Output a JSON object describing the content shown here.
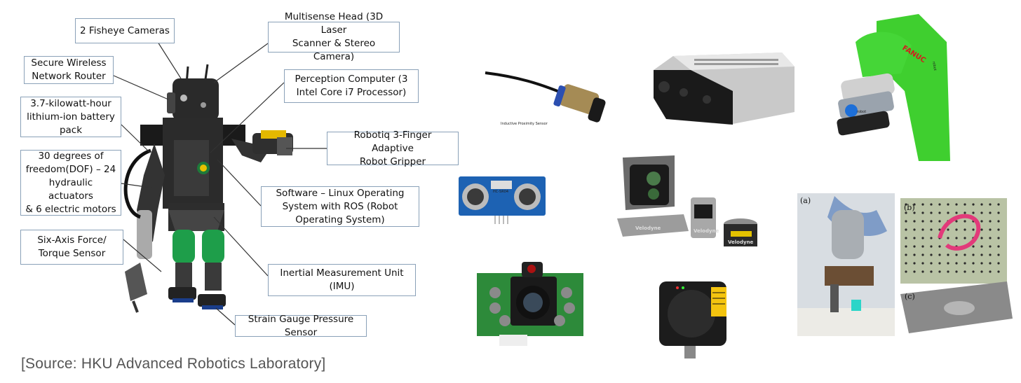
{
  "callouts": {
    "fisheye": "2 Fisheye Cameras",
    "multisense": "Multisense Head (3D Laser\nScanner & Stereo Camera)",
    "router": "Secure Wireless\nNetwork Router",
    "perception": "Perception Computer (3\nIntel Core i7 Processor)",
    "battery": "3.7-kilowatt-hour\nlithium-ion battery\npack",
    "gripper": "Robotiq 3-Finger Adaptive\nRobot Gripper",
    "dof": "30 degrees of\nfreedom(DOF) – 24\nhydraulic actuators\n& 6 electric motors",
    "software": "Software – Linux Operating\nSystem with ROS (Robot\nOperating System)",
    "force": "Six-Axis Force/\nTorque Sensor",
    "imu": "Inertial Measurement Unit\n(IMU)",
    "strain": "Strain Gauge Pressure Sensor"
  },
  "source": "[Source: HKU Advanced Robotics Laboratory]",
  "product_labels": {
    "inductive": "Inductive Proximity Sensor",
    "ultrasonic_chip": "HC-SR04",
    "velodyne_1": "Velodyne",
    "velodyne_2": "Velodyne",
    "velodyne_3": "Velodyne",
    "arm_brand": "FANUC",
    "arm_side": "robot",
    "onrobot": "robot",
    "panel_a": "(a)",
    "panel_b": "(b)",
    "panel_c": "(c)"
  },
  "colors": {
    "callout_border": "#8aa1b8",
    "robot_dark": "#1c1c1c",
    "robot_green": "#1e9e4a",
    "arm_green": "#3fcf2f",
    "pcb_blue": "#1d62b3",
    "pcb_green": "#2d8a3a"
  }
}
